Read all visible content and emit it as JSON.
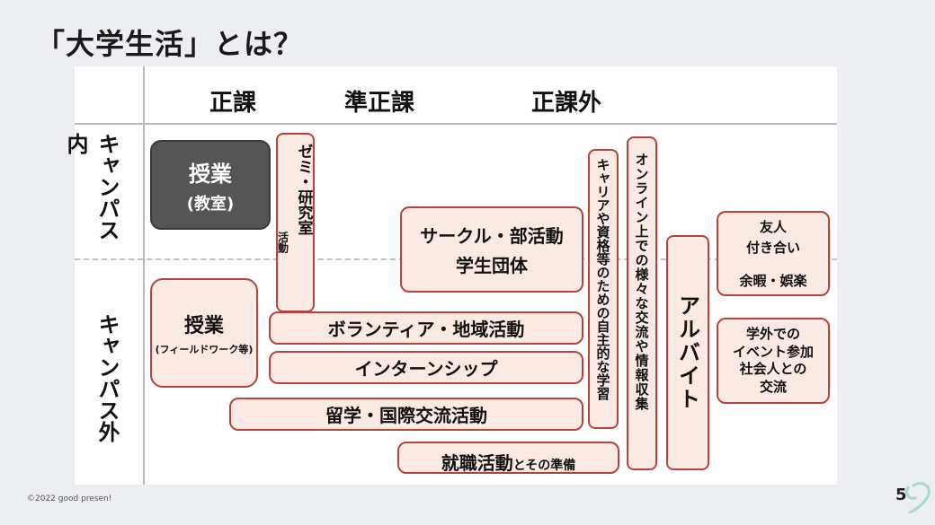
{
  "slide": {
    "title": "「大学生活」とは？",
    "footer": "©2022 good presen!",
    "page_number": "5"
  },
  "headers": {
    "seika": "正課",
    "junseika": "準正課",
    "seikagai": "正課外"
  },
  "side_labels": {
    "campus_in": "キャンパス内",
    "campus_out": "キャンパス外"
  },
  "boxes": {
    "jugyo_kyoshitsu": {
      "main": "授業",
      "sub": "(教室)"
    },
    "zemi": {
      "main": "ゼミ・研究室",
      "sub": "活動"
    },
    "circle": {
      "line1": "サークル・部活動",
      "line2": "学生団体"
    },
    "career": "キャリアや資格等のための自主的な学習",
    "online": "オンライン上での様々な交流や情報収集",
    "arbeit": "アルバイト",
    "yujin": {
      "line1": "友人",
      "line2": "付き合い",
      "line3": "余暇・娯楽"
    },
    "event": {
      "line1": "学外での",
      "line2": "イベント参加",
      "line3": "社会人との",
      "line4": "交流"
    },
    "jugyo_field": {
      "main": "授業",
      "sub": "(フィールドワーク等)"
    },
    "volunteer": "ボランティア・地域活動",
    "internship": "インターンシップ",
    "ryugaku": "留学・国際交流活動",
    "shushoku": {
      "main": "就職活動",
      "sub": "とその準備"
    }
  },
  "colors": {
    "box_fill": "#fbe9e4",
    "box_border": "#b5433f",
    "dark_box": "#555555",
    "background": "#eceef2"
  }
}
